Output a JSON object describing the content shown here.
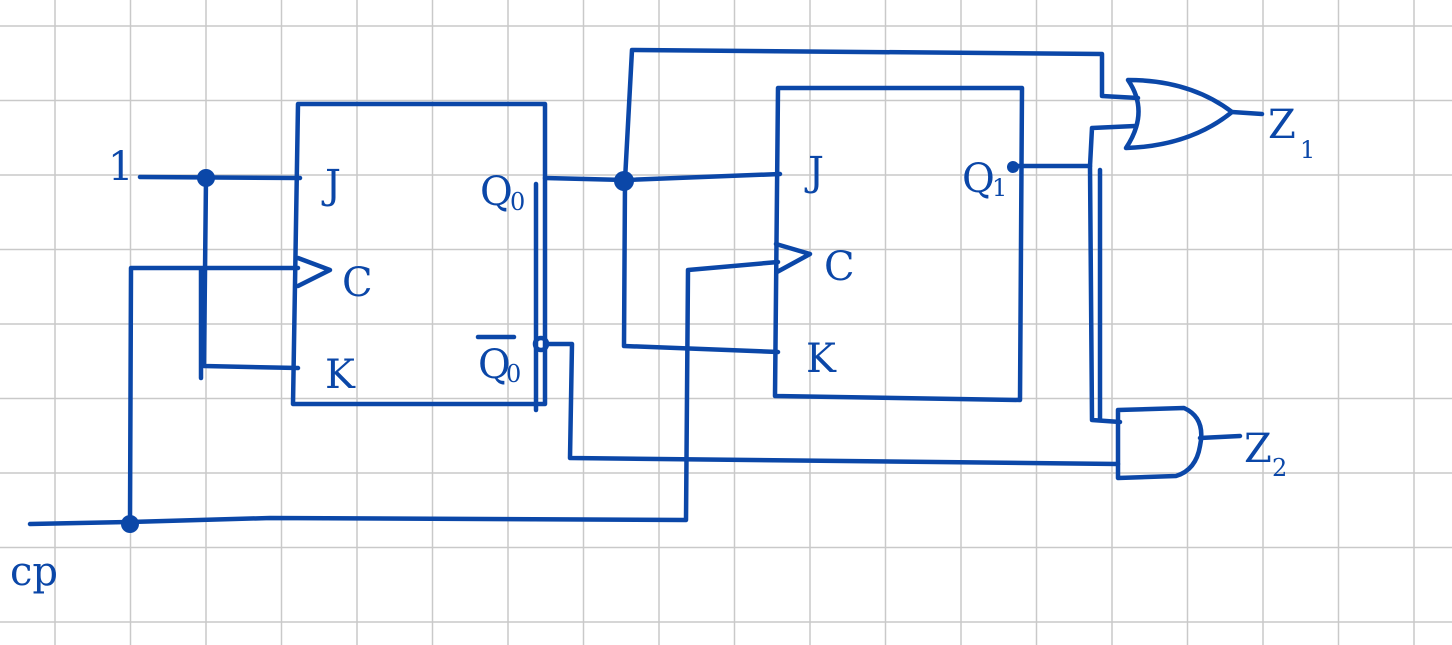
{
  "colors": {
    "ink": "#0b47a8",
    "grid": "#c9c9c9",
    "paper": "#ffffff"
  },
  "labels": {
    "const_one": "1",
    "clock": "cp",
    "ff0": {
      "j": "J",
      "c": "C",
      "k": "K",
      "q": "Q",
      "qn": "Q",
      "sub": "0"
    },
    "ff1": {
      "j": "J",
      "c": "C",
      "k": "K",
      "q": "Q",
      "sub": "1"
    },
    "z1": {
      "main": "Z",
      "sub": "1"
    },
    "z2": {
      "main": "Z",
      "sub": "2"
    }
  }
}
